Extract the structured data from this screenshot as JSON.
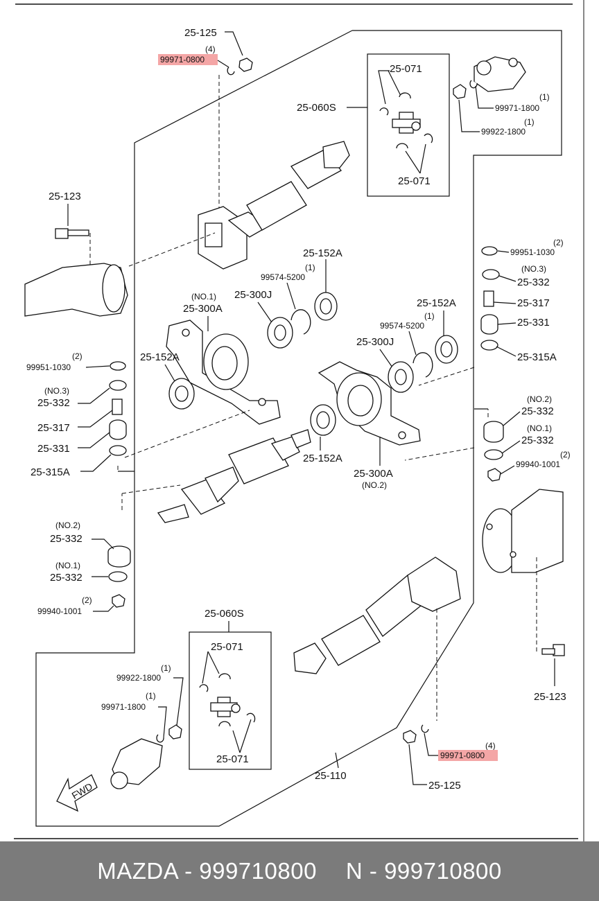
{
  "labels": {
    "top_25_125": "25-125",
    "top_qty4": "(4)",
    "top_highlight": "99971-0800",
    "kit_top": "25-060S",
    "kit_top_071a": "25-071",
    "kit_top_071b": "25-071",
    "r_qty1a": "(1)",
    "r_99971_1800": "99971-1800",
    "r_qty1b": "(1)",
    "r_99922_1800": "99922-1800",
    "l_25_123": "25-123",
    "r_qty2a": "(2)",
    "r_99951_1030": "99951-1030",
    "r_no3": "(NO.3)",
    "r_25_332a": "25-332",
    "r_25_317": "25-317",
    "r_25_331": "25-331",
    "r_25_315a": "25-315A",
    "c_25_152a_top": "25-152A",
    "c_qty1a": "(1)",
    "c_99574_a": "99574-5200",
    "c_25_300j_a": "25-300J",
    "c_no1": "(NO.1)",
    "c_25_300a_a": "25-300A",
    "c_25_152a_r": "25-152A",
    "c_qty1b": "(1)",
    "c_99574_b": "99574-5200",
    "c_25_300j_b": "25-300J",
    "c_25_152a_l": "25-152A",
    "l_qty2": "(2)",
    "l_99951_1030": "99951-1030",
    "l_no3": "(NO.3)",
    "l_25_332": "25-332",
    "l_25_317": "25-317",
    "l_25_331": "25-331",
    "l_25_315a": "25-315A",
    "r_no2": "(NO.2)",
    "r_25_332b": "25-332",
    "r_no1": "(NO.1)",
    "r_25_332c": "25-332",
    "r_qty2b": "(2)",
    "r_99940_1001": "99940-1001",
    "c_25_152a_b": "25-152A",
    "c_25_300a_b": "25-300A",
    "c_no2": "(NO.2)",
    "l_no2": "(NO.2)",
    "l_25_332b": "25-332",
    "l_no1": "(NO.1)",
    "l_25_332c": "25-332",
    "l_qty2b": "(2)",
    "l_99940_1001": "99940-1001",
    "kit_bot": "25-060S",
    "kit_bot_071a": "25-071",
    "kit_bot_071b": "25-071",
    "b_qty1a": "(1)",
    "b_99922_1800": "99922-1800",
    "b_qty1b": "(1)",
    "b_99971_1800": "99971-1800",
    "b_25_123": "25-123",
    "b_qty4": "(4)",
    "b_highlight": "99971-0800",
    "b_25_125": "25-125",
    "b_25_110": "25-110",
    "fwd": "FWD"
  },
  "footer": {
    "brand_part": "MAZDA - 999710800",
    "alt_part": "N - 999710800"
  },
  "colors": {
    "highlight": "#f4a6a6",
    "footer_bg": "#7b7b7b"
  }
}
